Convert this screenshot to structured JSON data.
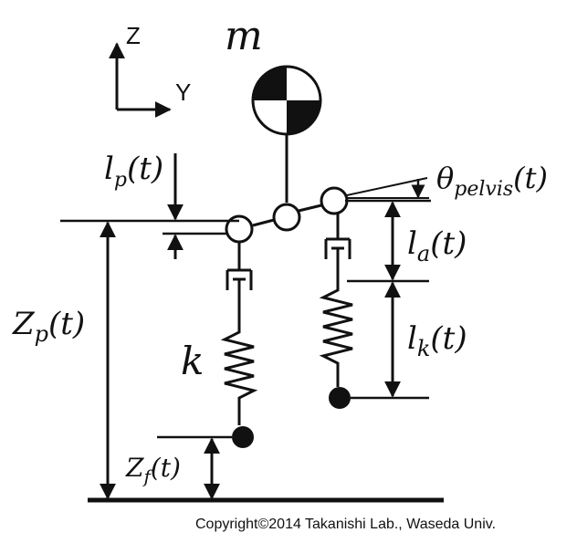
{
  "axes": {
    "vertical": "Z",
    "horizontal": "Y"
  },
  "labels": {
    "mass": "m",
    "stiffness": "k",
    "lp": {
      "base": "l",
      "sub": "p",
      "arg": "(t)"
    },
    "theta": {
      "base": "θ",
      "sub": "pelvis",
      "arg": "(t)"
    },
    "la": {
      "base": "l",
      "sub": "a",
      "arg": "(t)"
    },
    "lk": {
      "base": "l",
      "sub": "k",
      "arg": "(t)"
    },
    "zp": {
      "base": "Z",
      "sub": "p",
      "arg": "(t)"
    },
    "zf": {
      "base": "Z",
      "sub": "f",
      "arg": "(t)"
    }
  },
  "copyright": "Copyright©2014 Takanishi Lab., Waseda Univ."
}
